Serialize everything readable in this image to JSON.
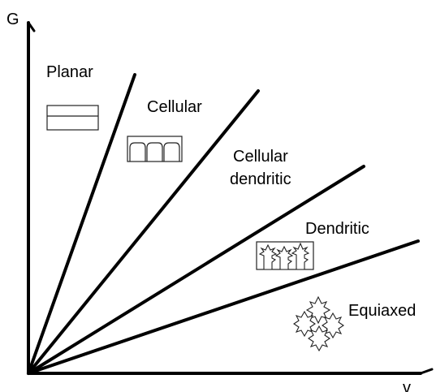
{
  "axes": {
    "y_label": "G",
    "x_label": "v"
  },
  "regions": [
    {
      "key": "planar",
      "label": "Planar"
    },
    {
      "key": "cellular",
      "label": "Cellular"
    },
    {
      "key": "cellular_dendritic",
      "label_line1": "Cellular",
      "label_line2": "dendritic"
    },
    {
      "key": "dendritic",
      "label": "Dendritic"
    },
    {
      "key": "equiaxed",
      "label": "Equiaxed"
    }
  ],
  "icons": [
    "planar-front-icon",
    "cellular-front-icon",
    "columnar-dendrite-icon",
    "equiaxed-dendrite-icon"
  ],
  "colors": {
    "line": "#000000",
    "background": "#ffffff"
  }
}
